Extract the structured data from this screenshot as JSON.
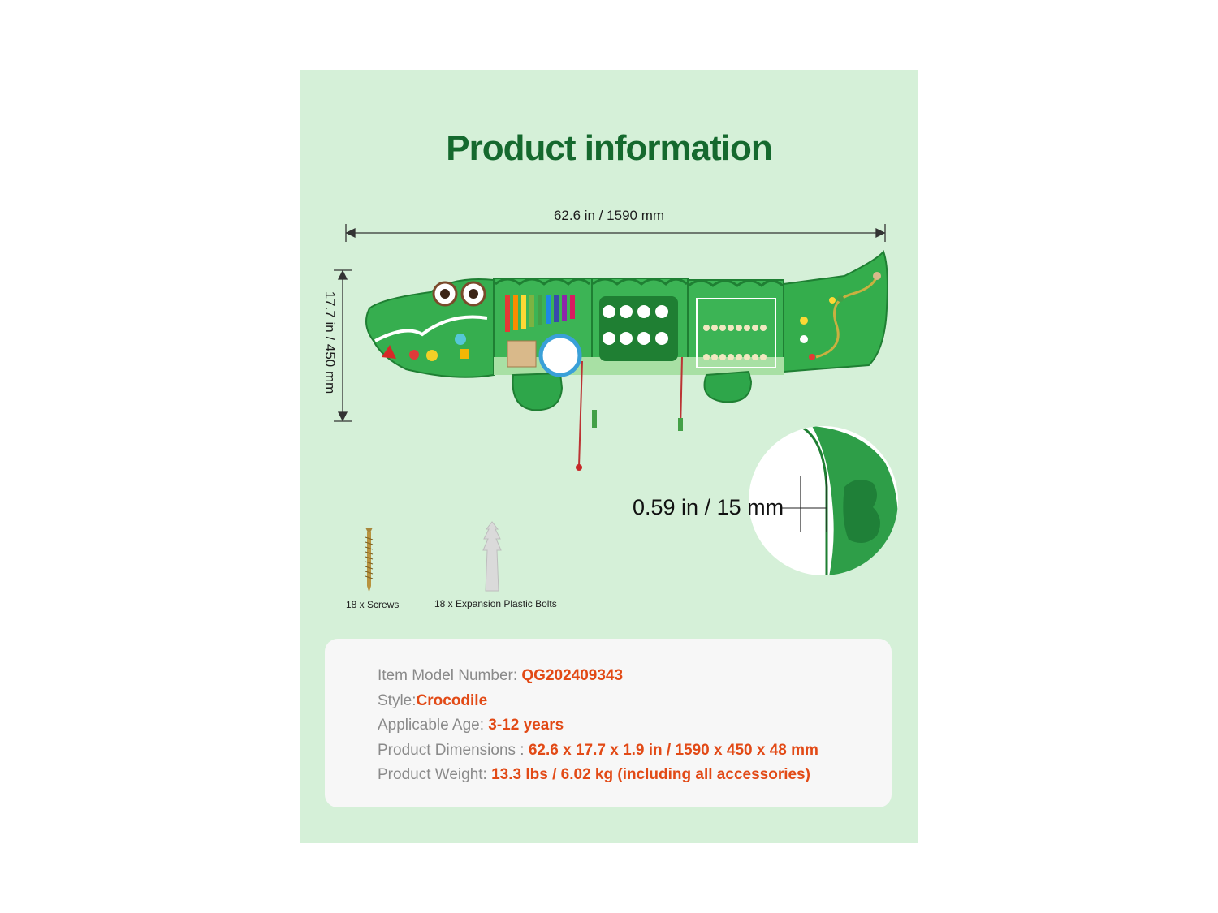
{
  "title": "Product information",
  "dimensions": {
    "width_label": "62.6 in / 1590 mm",
    "height_label": "17.7 in / 450 mm",
    "thickness_label": "0.59 in / 15 mm"
  },
  "accessories": [
    {
      "label": "18 x Screws"
    },
    {
      "label": "18 x Expansion Plastic Bolts"
    }
  ],
  "specs": [
    {
      "label": "Item Model Number:",
      "value": "QG202409343"
    },
    {
      "label": "Style:",
      "value": "Crocodile"
    },
    {
      "label": "Applicable Age:",
      "value": "3-12 years"
    },
    {
      "label": "Product Dimensions :",
      "value": "62.6 x 17.7 x 1.9 in / 1590 x 450 x 48 mm"
    },
    {
      "label": "Product Weight:",
      "value": "13.3 lbs / 6.02 kg (including all accessories)"
    }
  ],
  "colors": {
    "panel_bg": "#d5f0d8",
    "title": "#15692e",
    "value_accent": "#e24a16",
    "product_green": "#2ea64a"
  }
}
